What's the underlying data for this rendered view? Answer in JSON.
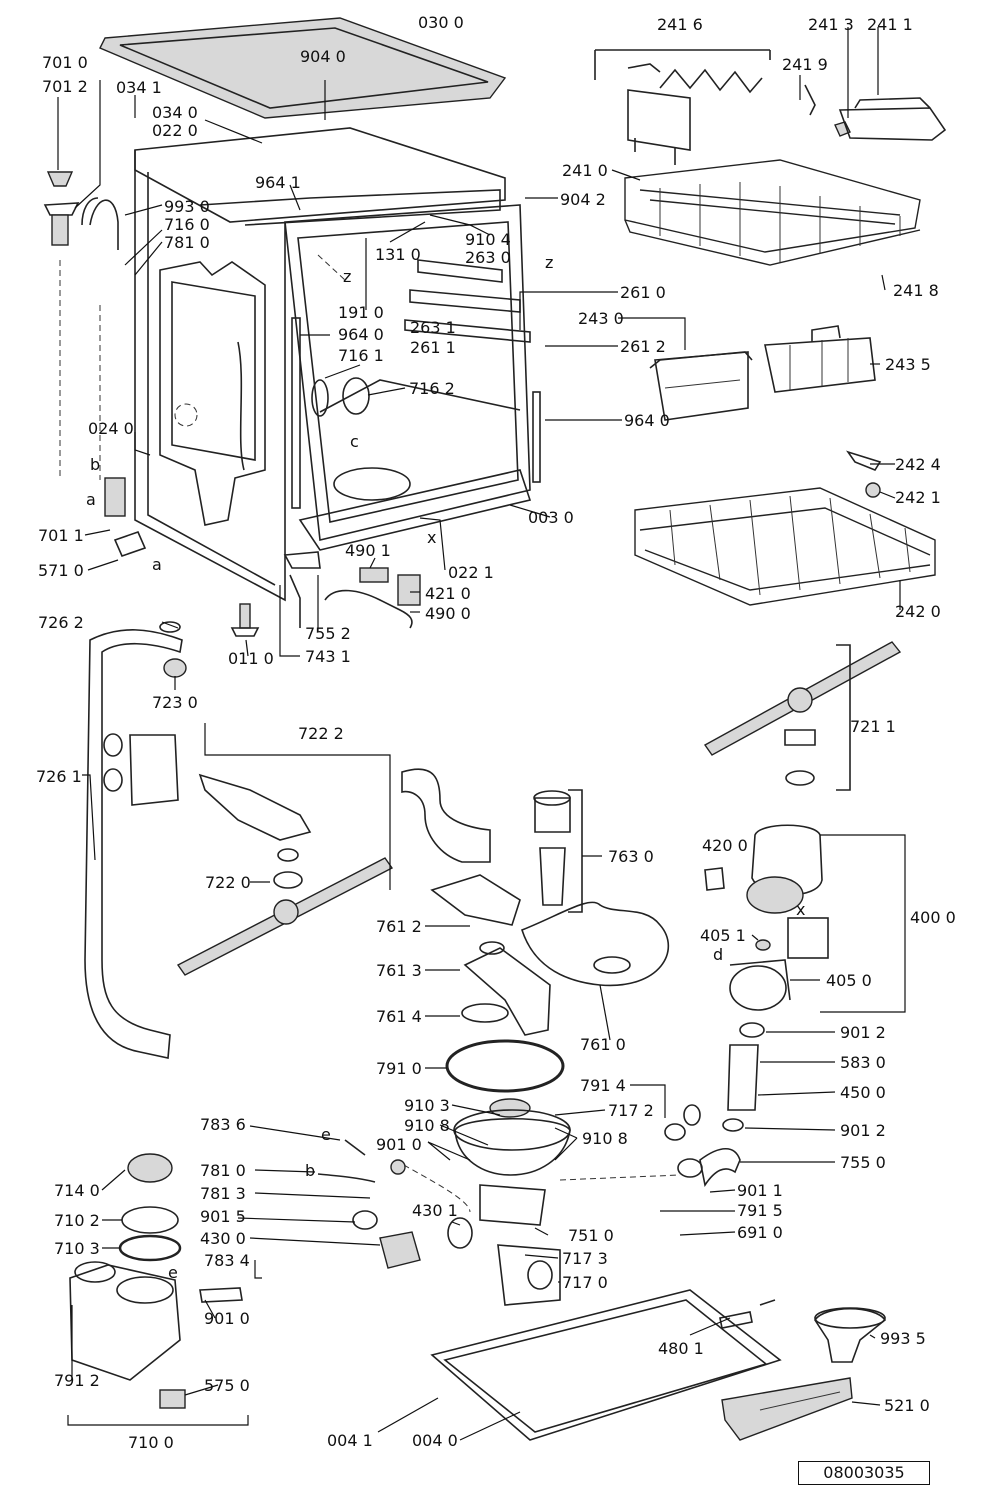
{
  "document_code": "08003035",
  "callouts": [
    "030 0",
    "904 0",
    "701 0",
    "701 2",
    "034 1",
    "034 0",
    "022 0",
    "964 1",
    "993 0",
    "716 0",
    "781 0",
    "904 2",
    "910 4",
    "263 0",
    "131 0",
    "261 0",
    "263 1",
    "261 1",
    "191 0",
    "964 0",
    "716 1",
    "716 2",
    "261 2",
    "024 0",
    "964 0",
    "003 0",
    "701 1",
    "571 0",
    "490 1",
    "421 0",
    "490 0",
    "022 1",
    "755 2",
    "743 1",
    "011 0",
    "241 6",
    "241 3",
    "241 1",
    "241 9",
    "241 0",
    "241 8",
    "243 0",
    "243 5",
    "242 4",
    "242 1",
    "242 0",
    "726 2",
    "723 0",
    "722 2",
    "726 1",
    "722 0",
    "721 1",
    "763 0",
    "761 2",
    "761 3",
    "761 4",
    "761 0",
    "420 0",
    "400 0",
    "405 1",
    "405 0",
    "901 2",
    "583 0",
    "450 0",
    "901 2",
    "791 0",
    "791 4",
    "910 3",
    "717 2",
    "910 8",
    "910 8",
    "901 0",
    "783 6",
    "781 0",
    "781 3",
    "901 5",
    "430 0",
    "430 1",
    "755 0",
    "901 1",
    "791 5",
    "751 0",
    "691 0",
    "717 3",
    "717 0",
    "714 0",
    "710 2",
    "710 3",
    "783 4",
    "901 0",
    "791 2",
    "575 0",
    "710 0",
    "480 1",
    "993 5",
    "521 0",
    "004 1",
    "004 0"
  ],
  "letter_marks": [
    "z",
    "z",
    "b",
    "a",
    "a",
    "c",
    "x",
    "x",
    "d",
    "e",
    "e",
    "b"
  ]
}
